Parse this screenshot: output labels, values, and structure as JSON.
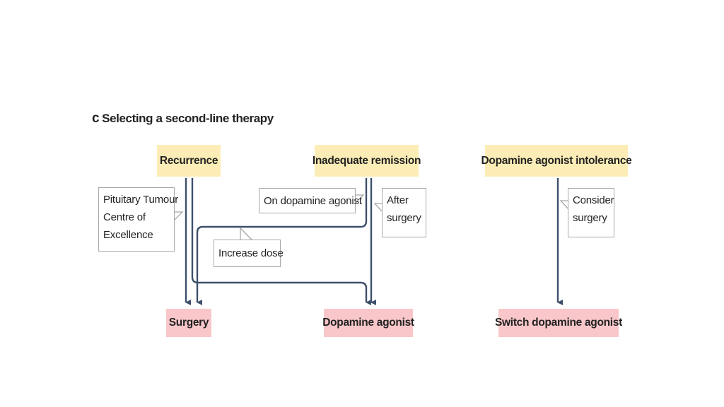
{
  "panel": {
    "letter": "c",
    "title": "Selecting a second-line therapy"
  },
  "colors": {
    "start_fill": "#fcedb6",
    "outcome_fill": "#f9c7c9",
    "arrow": "#3d4f6b",
    "note_border": "#a8a8a8"
  },
  "starts": {
    "recurrence": "Recurrence",
    "inadequate_remission": "Inadequate remission",
    "dopamine_agonist_intolerance": "Dopamine agonist intolerance"
  },
  "outcomes": {
    "surgery": "Surgery",
    "dopamine_agonist": "Dopamine agonist",
    "switch_dopamine_agonist": "Switch dopamine agonist"
  },
  "notes": {
    "pituitary": [
      "Pituitary Tumour",
      "Centre of",
      "Excellence"
    ],
    "on_dopamine_agonist": [
      "On dopamine agonist"
    ],
    "after_surgery": [
      "After",
      "surgery"
    ],
    "increase_dose": [
      "Increase dose"
    ],
    "consider_surgery": [
      "Consider",
      "surgery"
    ]
  }
}
